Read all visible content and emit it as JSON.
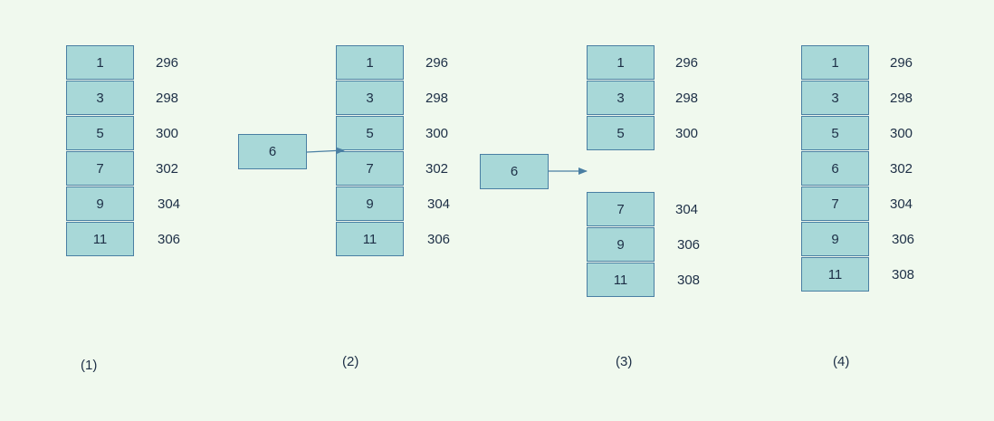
{
  "colors": {
    "background": "#f0f9ee",
    "cell_fill": "#a8d8d8",
    "cell_border": "#4a7fa3",
    "text": "#1d2f46",
    "arrow": "#4a7fa3"
  },
  "panels": [
    {
      "caption": "(1)",
      "cells": [
        {
          "value": "1",
          "address": "296"
        },
        {
          "value": "3",
          "address": "298"
        },
        {
          "value": "5",
          "address": "300"
        },
        {
          "value": "7",
          "address": "302"
        },
        {
          "value": "9",
          "address": "304"
        },
        {
          "value": "11",
          "address": "306"
        }
      ]
    },
    {
      "caption": "(2)",
      "insert_value": "6",
      "cells": [
        {
          "value": "1",
          "address": "296"
        },
        {
          "value": "3",
          "address": "298"
        },
        {
          "value": "5",
          "address": "300"
        },
        {
          "value": "7",
          "address": "302"
        },
        {
          "value": "9",
          "address": "304"
        },
        {
          "value": "11",
          "address": "306"
        }
      ]
    },
    {
      "caption": "(3)",
      "insert_value": "6",
      "cells": [
        {
          "value": "1",
          "address": "296"
        },
        {
          "value": "3",
          "address": "298"
        },
        {
          "value": "5",
          "address": "300"
        },
        {
          "value": "7",
          "address": "304"
        },
        {
          "value": "9",
          "address": "306"
        },
        {
          "value": "11",
          "address": "308"
        }
      ]
    },
    {
      "caption": "(4)",
      "cells": [
        {
          "value": "1",
          "address": "296"
        },
        {
          "value": "3",
          "address": "298"
        },
        {
          "value": "5",
          "address": "300"
        },
        {
          "value": "6",
          "address": "302"
        },
        {
          "value": "7",
          "address": "304"
        },
        {
          "value": "9",
          "address": "306"
        },
        {
          "value": "11",
          "address": "308"
        }
      ]
    }
  ]
}
